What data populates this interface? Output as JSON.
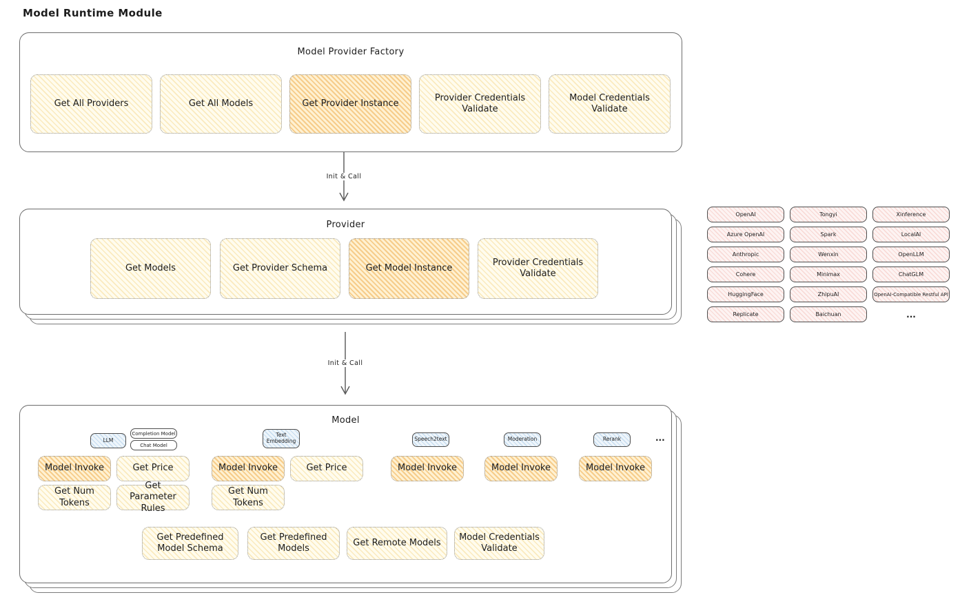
{
  "page_title": "Model Runtime Module",
  "arrow_label": "Init & Call",
  "factory": {
    "title": "Model Provider Factory",
    "buttons": [
      {
        "label": "Get All Providers",
        "highlighted": false
      },
      {
        "label": "Get All Models",
        "highlighted": false
      },
      {
        "label": "Get Provider Instance",
        "highlighted": true
      },
      {
        "label": "Provider Credentials Validate",
        "highlighted": false
      },
      {
        "label": "Model Credentials Validate",
        "highlighted": false
      }
    ]
  },
  "provider": {
    "title": "Provider",
    "buttons": [
      {
        "label": "Get Models",
        "highlighted": false
      },
      {
        "label": "Get Provider Schema",
        "highlighted": false
      },
      {
        "label": "Get Model Instance",
        "highlighted": true
      },
      {
        "label": "Provider Credentials Validate",
        "highlighted": false
      }
    ]
  },
  "provider_chips": {
    "col1": [
      "OpenAI",
      "Azure OpenAI",
      "Anthropic",
      "Cohere",
      "HuggingFace",
      "Replicate"
    ],
    "col2": [
      "Tongyi",
      "Spark",
      "Wenxin",
      "Minimax",
      "ZhipuAI",
      "Baichuan"
    ],
    "col3": [
      "Xinference",
      "LocalAI",
      "OpenLLM",
      "ChatGLM",
      "OpenAI-Compatible Restful API"
    ],
    "more": "..."
  },
  "model": {
    "title": "Model",
    "types": {
      "llm": {
        "tag": "LLM",
        "subtags": [
          "Completion Model",
          "Chat Model"
        ],
        "buttons": [
          {
            "label": "Model Invoke",
            "highlighted": true
          },
          {
            "label": "Get Price",
            "highlighted": false
          },
          {
            "label": "Get Num Tokens",
            "highlighted": false
          },
          {
            "label": "Get Parameter Rules",
            "highlighted": false
          }
        ]
      },
      "text_embedding": {
        "tag": "Text Embedding",
        "buttons": [
          {
            "label": "Model Invoke",
            "highlighted": true
          },
          {
            "label": "Get Price",
            "highlighted": false
          },
          {
            "label": "Get Num Tokens",
            "highlighted": false
          }
        ]
      },
      "speech2text": {
        "tag": "Speech2text",
        "buttons": [
          {
            "label": "Model Invoke",
            "highlighted": true
          }
        ]
      },
      "moderation": {
        "tag": "Moderation",
        "buttons": [
          {
            "label": "Model Invoke",
            "highlighted": true
          }
        ]
      },
      "rerank": {
        "tag": "Rerank",
        "buttons": [
          {
            "label": "Model Invoke",
            "highlighted": true
          }
        ]
      }
    },
    "more": "...",
    "shared_buttons": [
      "Get Predefined Model Schema",
      "Get Predefined Models",
      "Get Remote Models",
      "Model Credentials Validate"
    ]
  },
  "colors": {
    "yellow_fill": "#fffcee",
    "yellow_hatch": "#f3cd70",
    "orange_fill": "#fff1d2",
    "orange_hatch": "#eea842",
    "pink_fill": "#fdf3f2",
    "pink_hatch": "#eca096",
    "blue_fill": "#eef5fb",
    "blue_hatch": "#82b4dc",
    "border_dark": "#4d4d4d",
    "border_gray": "#6b6b6b",
    "text": "#1c1c1c"
  }
}
